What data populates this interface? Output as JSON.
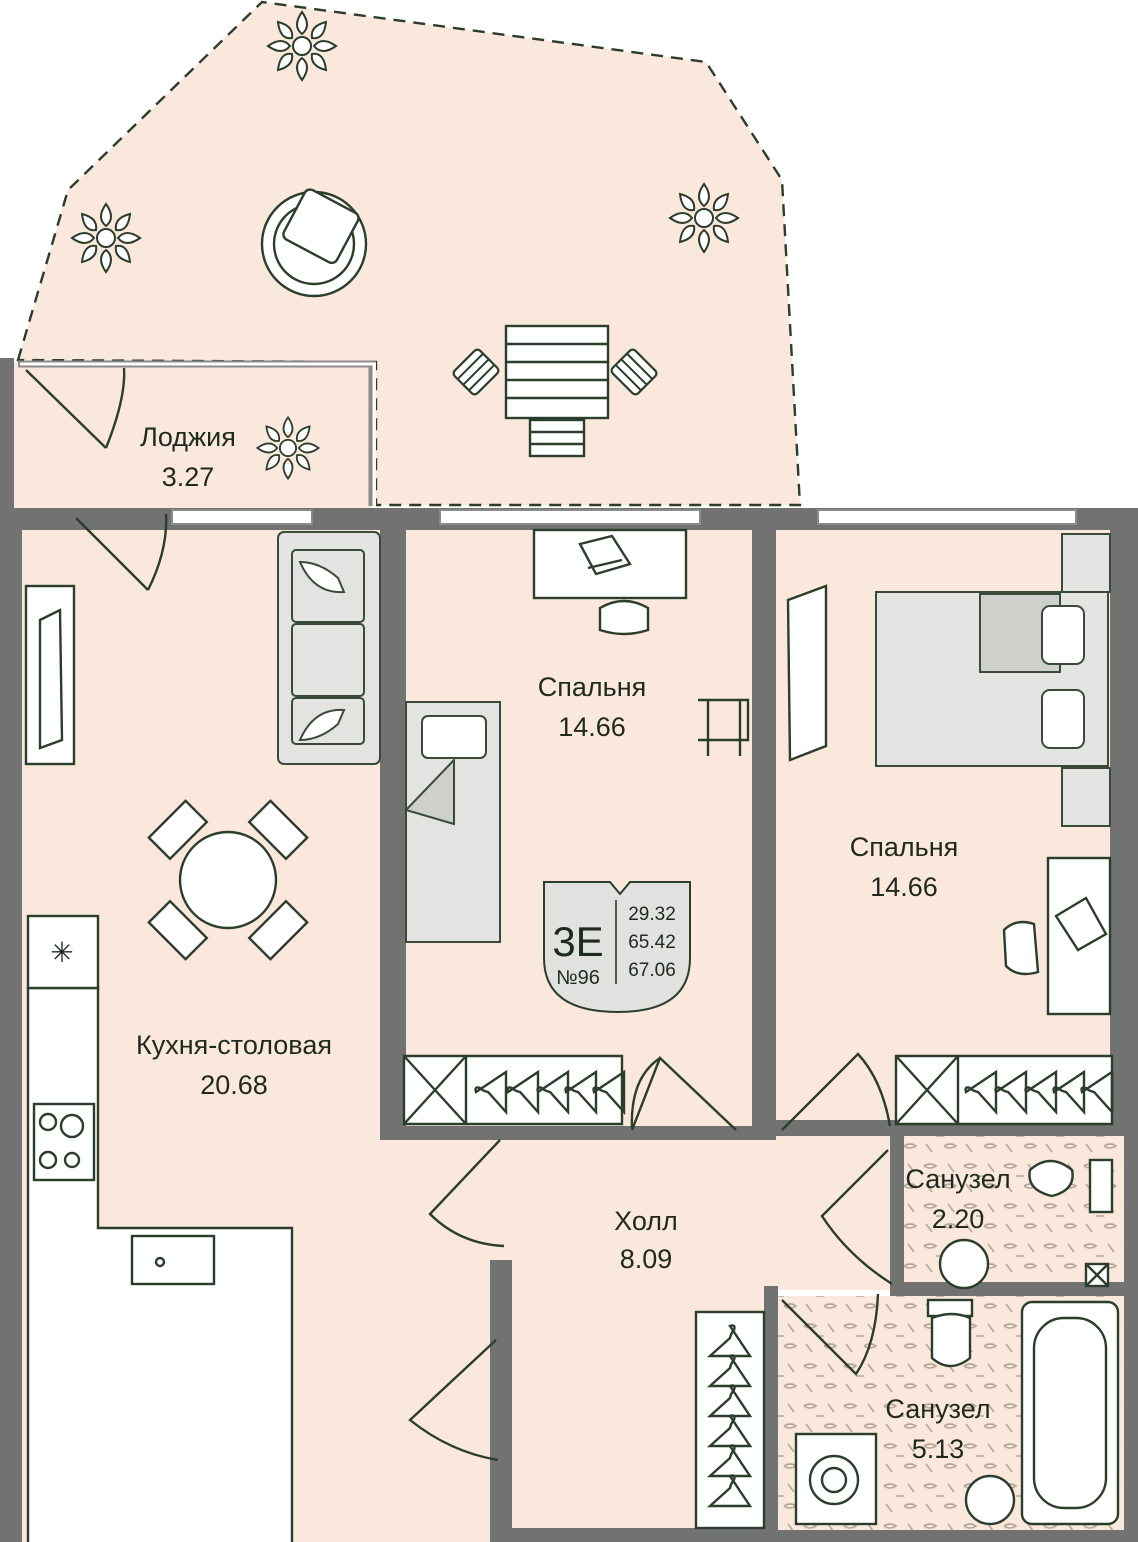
{
  "rooms": [
    {
      "key": "loggia",
      "name": "Лоджия",
      "area": "3.27"
    },
    {
      "key": "bedroom_center",
      "name": "Спальня",
      "area": "14.66"
    },
    {
      "key": "bedroom_right",
      "name": "Спальня",
      "area": "14.66"
    },
    {
      "key": "kitchen",
      "name": "Кухня-столовая",
      "area": "20.68"
    },
    {
      "key": "hall",
      "name": "Холл",
      "area": "8.09"
    },
    {
      "key": "bathroom_small",
      "name": "Санузел",
      "area": "2.20"
    },
    {
      "key": "bathroom_large",
      "name": "Санузел",
      "area": "5.13"
    }
  ],
  "apartment": {
    "type": "3Е",
    "number": "№96",
    "areas": [
      "29.32",
      "65.42",
      "67.06"
    ]
  },
  "colors": {
    "floor": "#fbe8dd",
    "wall": "#727272",
    "line": "#2b3d2b",
    "furniture": "#e3e3e1"
  },
  "icons": [
    "plant-icon",
    "hanger-icon",
    "laptop-icon",
    "chair-icon",
    "sink-icon",
    "toilet-icon",
    "stove-icon",
    "washing-machine-icon"
  ]
}
